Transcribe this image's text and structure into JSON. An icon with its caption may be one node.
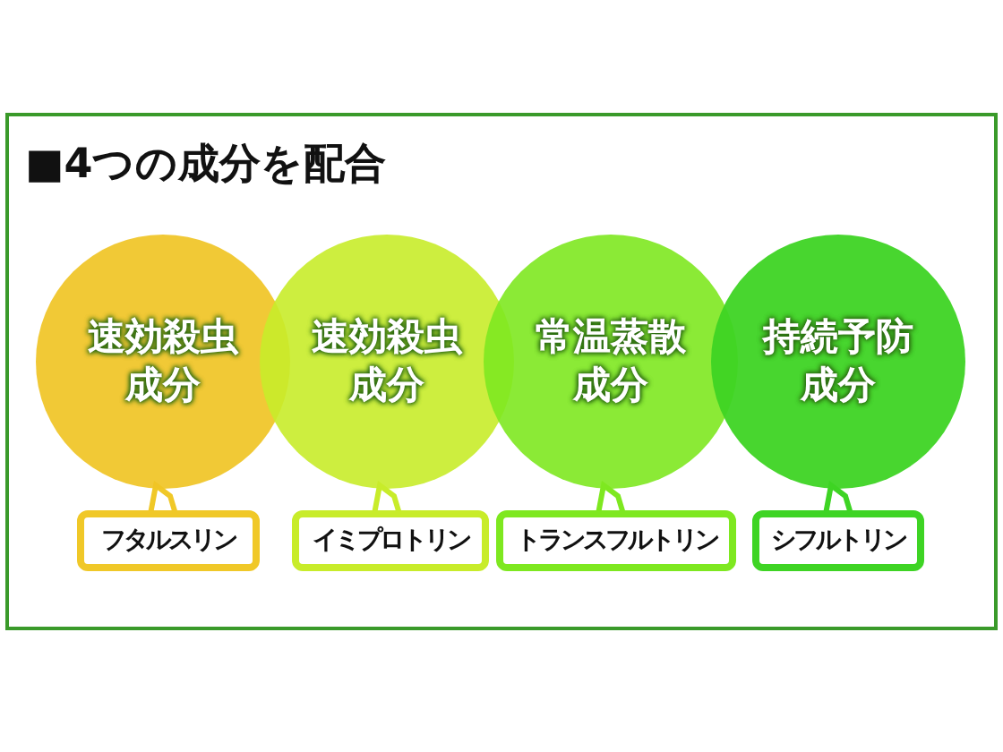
{
  "diagram": {
    "title": "■4つの成分を配合",
    "nodes": [
      {
        "text": [
          "速効殺虫成分"
        ]
      },
      {
        "text": [
          "速効殺虫成分"
        ]
      },
      {
        "text": [
          "常温蒸散成分"
        ]
      },
      {
        "text": [
          "持続予防成分"
        ]
      },
      {
        "text": [
          "フタルスリン"
        ]
      },
      {
        "text": [
          "イミプロトリン"
        ]
      },
      {
        "text": [
          "トランスフルトリン"
        ]
      },
      {
        "text": [
          "シフルトリン"
        ]
      }
    ],
    "edges": [
      {
        "from": 0,
        "to": 4,
        "arrow": "none"
      },
      {
        "from": 1,
        "to": 5,
        "arrow": "none"
      },
      {
        "from": 2,
        "to": 6,
        "arrow": "none"
      },
      {
        "from": 3,
        "to": 7,
        "arrow": "none"
      }
    ]
  }
}
